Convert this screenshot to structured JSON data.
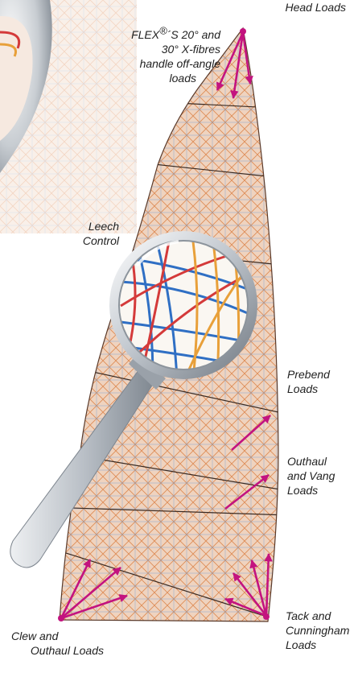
{
  "labels": {
    "head": "Head Loads",
    "flex_prefix": "FLEX",
    "flex_mark": "®",
    "flex_suffix": "´S 20° and",
    "flex_line2": "30° X-fibres",
    "flex_line3": "handle off-angle",
    "flex_line4": "loads",
    "leech_1": "Leech",
    "leech_2": "Control",
    "prebend_1": "Prebend",
    "prebend_2": "Loads",
    "outhaul_vang_1": "Outhaul",
    "outhaul_vang_2": "and Vang",
    "outhaul_vang_3": "Loads",
    "tack_1": "Tack and",
    "tack_2": "Cunningham",
    "tack_3": "Loads",
    "clew_1": "Clew and",
    "clew_2": "Outhaul Loads"
  },
  "colors": {
    "arrow": "#c3137f",
    "sail_base": "#efd3bf",
    "fibre_orange": "#d97a3c",
    "fibre_blue": "#6e9ed6",
    "panel_line": "#3a2a22",
    "lens_red": "#d43a3a",
    "lens_blue": "#2f6fc4",
    "lens_orange": "#e8a03a",
    "handle": "#b9bfc6"
  },
  "icons": [
    "magnifying-glass-icon",
    "load-arrow-icon",
    "sail-illustration"
  ]
}
